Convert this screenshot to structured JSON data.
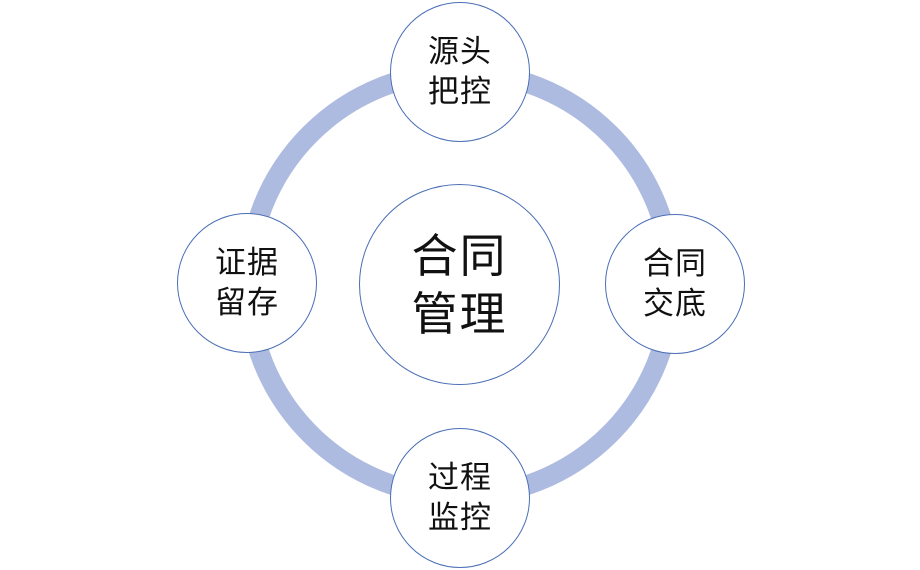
{
  "colors": {
    "ring": "#aebbe0",
    "node_border": "#4a6fb5",
    "node_fill": "#ffffff",
    "text": "#111111"
  },
  "center": {
    "line1": "合同",
    "line2": "管理"
  },
  "nodes": {
    "top": {
      "line1": "源头",
      "line2": "把控"
    },
    "right": {
      "line1": "合同",
      "line2": "交底"
    },
    "bottom": {
      "line1": "过程",
      "line2": "监控"
    },
    "left": {
      "line1": "证据",
      "line2": "留存"
    }
  }
}
